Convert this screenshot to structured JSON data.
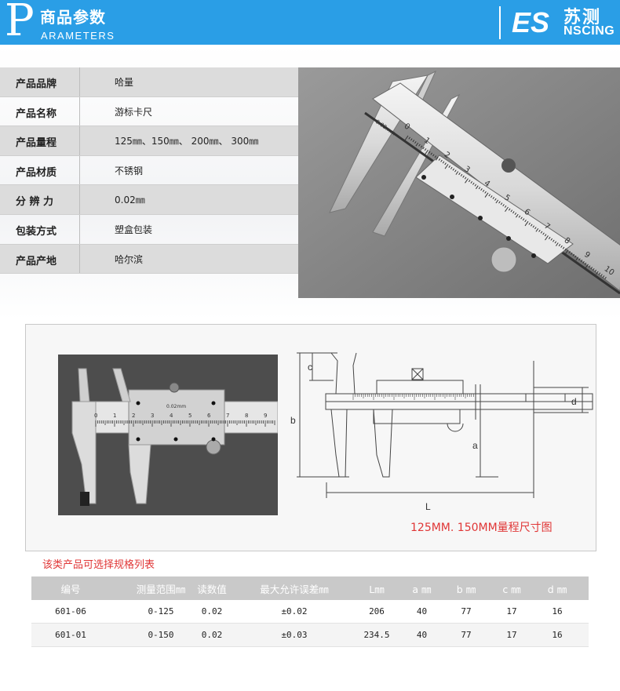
{
  "header": {
    "big_letter": "P",
    "title": "商品参数",
    "subtitle": "ARAMETERS",
    "logo_letters": "ES",
    "brand_cn": "苏测",
    "brand_en": "NSCING",
    "color": "#2a9ee6"
  },
  "params": [
    {
      "key": "产品品牌",
      "value": "哈量"
    },
    {
      "key": "产品名称",
      "value": "游标卡尺"
    },
    {
      "key": "产品量程",
      "value": "125㎜、150㎜、 200㎜、 300㎜"
    },
    {
      "key": "产品材质",
      "value": "不锈钢"
    },
    {
      "key": "分 辨 力",
      "value": "0.02㎜"
    },
    {
      "key": "包装方式",
      "value": "塑盒包装"
    },
    {
      "key": "产品产地",
      "value": "哈尔滨"
    }
  ],
  "photo1": {
    "scale_numbers": [
      "0",
      "1",
      "2",
      "3",
      "4",
      "5",
      "6",
      "7",
      "8",
      "9",
      "10"
    ],
    "engraving": "0.02mm"
  },
  "photo2": {
    "scale_numbers": [
      "0",
      "1",
      "2",
      "3",
      "4",
      "5",
      "6",
      "7",
      "8",
      "9"
    ],
    "engraving": "0.02mm"
  },
  "drawing": {
    "labels": {
      "c": "c",
      "b": "b",
      "a": "a",
      "d": "d",
      "L": "L"
    },
    "caption": "125MM. 150MM量程尺寸图"
  },
  "spec": {
    "title": "该类产品可选择规格列表",
    "headers": [
      "编号",
      "测量范围㎜",
      "读数值",
      "最大允许误差㎜",
      "L㎜",
      "a ㎜",
      "b ㎜",
      "c ㎜",
      "d ㎜"
    ],
    "rows": [
      [
        "601-06",
        "0-125",
        "0.02",
        "±0.02",
        "206",
        "40",
        "77",
        "17",
        "16"
      ],
      [
        "601-01",
        "0-150",
        "0.02",
        "±0.03",
        "234.5",
        "40",
        "77",
        "17",
        "16"
      ]
    ]
  }
}
